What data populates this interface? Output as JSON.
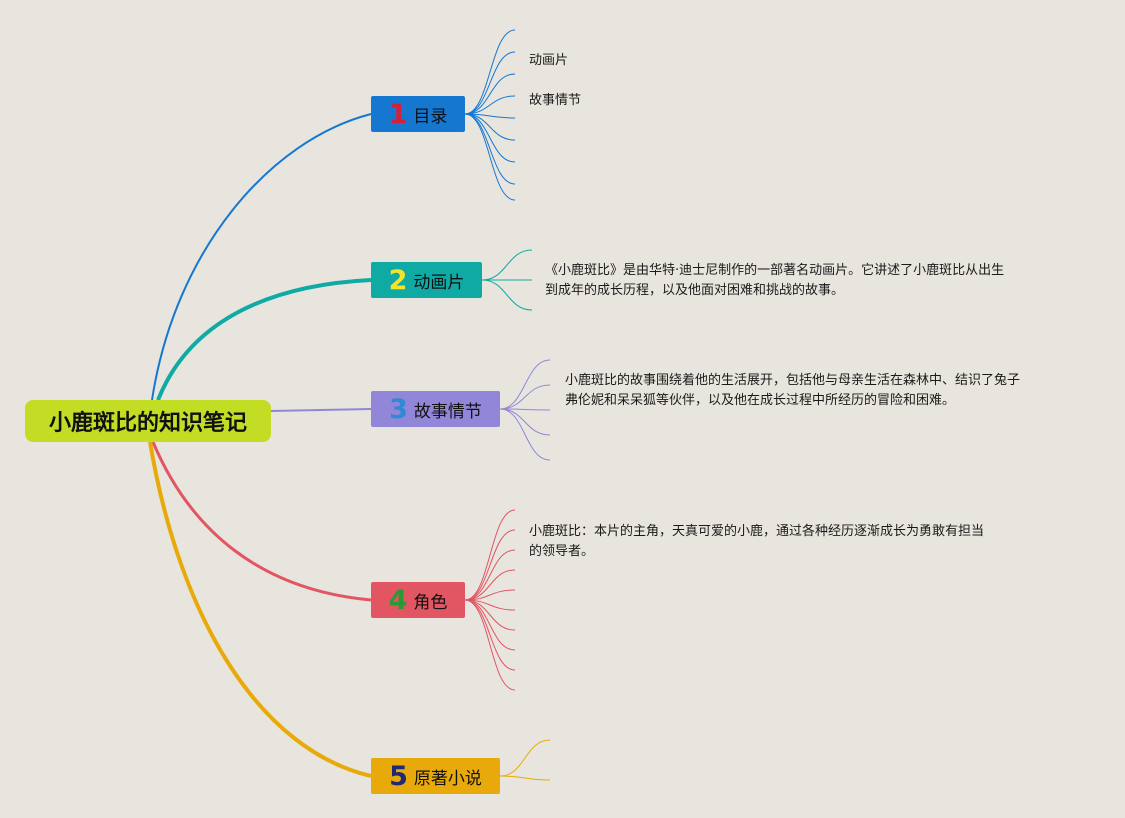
{
  "root": {
    "title": "小鹿斑比的知识笔记",
    "color": "#c3dc24"
  },
  "branches": [
    {
      "num": "1",
      "label": "目录",
      "color": "#1677d1",
      "num_color": "#d6203b"
    },
    {
      "num": "2",
      "label": "动画片",
      "color": "#10aaa5",
      "num_color": "#f2e32c"
    },
    {
      "num": "3",
      "label": "故事情节",
      "color": "#9286d8",
      "num_color": "#2d8bd6"
    },
    {
      "num": "4",
      "label": "角色",
      "color": "#e25563",
      "num_color": "#2a9a35"
    },
    {
      "num": "5",
      "label": "原著小说",
      "color": "#e8aa0a",
      "num_color": "#202a72"
    }
  ],
  "leaves": {
    "catalog": [
      "动画片",
      "故事情节"
    ],
    "animation": [
      "《小鹿斑比》是由华特·迪士尼制作的一部著名动画片。它讲述了小鹿斑比从出生",
      "到成年的成长历程，以及他面对困难和挑战的故事。"
    ],
    "plot": [
      "小鹿斑比的故事围绕着他的生活展开，包括他与母亲生活在森林中、结识了兔子",
      "弗伦妮和呆呆狐等伙伴，以及他在成长过程中所经历的冒险和困难。"
    ],
    "characters": [
      "小鹿斑比：本片的主角，天真可爱的小鹿，通过各种经历逐渐成长为勇敢有担当",
      "的领导者。"
    ]
  }
}
